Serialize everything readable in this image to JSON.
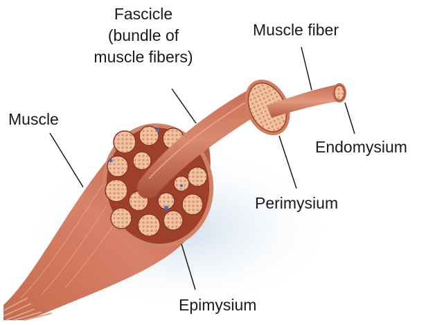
{
  "diagram": {
    "labels": {
      "fascicle_line1": "Fascicle",
      "fascicle_line2": "(bundle of",
      "fascicle_line3": "muscle fibers)",
      "muscle_fiber": "Muscle fiber",
      "muscle": "Muscle",
      "endomysium": "Endomysium",
      "perimysium": "Perimysium",
      "epimysium": "Epimysium"
    }
  }
}
